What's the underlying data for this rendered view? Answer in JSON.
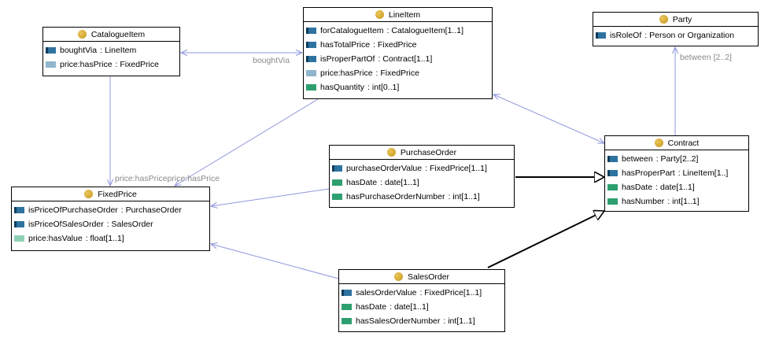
{
  "classes": {
    "catalogue_item": {
      "name": "CatalogueItem",
      "attributes": [
        {
          "name": "boughtVia",
          "type": ": LineItem",
          "kind": "object-property"
        },
        {
          "name": "price:hasPrice",
          "type": ": FixedPrice",
          "kind": "annotation-object"
        }
      ]
    },
    "line_item": {
      "name": "LineItem",
      "attributes": [
        {
          "name": "forCatalogueItem",
          "type": ": CatalogueItem[1..1]",
          "kind": "object-property"
        },
        {
          "name": "hasTotalPrice",
          "type": ": FixedPrice",
          "kind": "object-property"
        },
        {
          "name": "isProperPartOf",
          "type": ": Contract[1..1]",
          "kind": "object-property"
        },
        {
          "name": "price:hasPrice",
          "type": ": FixedPrice",
          "kind": "annotation-object"
        },
        {
          "name": "hasQuantity",
          "type": ": int[0..1]",
          "kind": "data-property"
        }
      ]
    },
    "party": {
      "name": "Party",
      "attributes": [
        {
          "name": "isRoleOf",
          "type": ": Person or Organization",
          "kind": "object-property"
        }
      ]
    },
    "purchase_order": {
      "name": "PurchaseOrder",
      "attributes": [
        {
          "name": "purchaseOrderValue",
          "type": ": FixedPrice[1..1]",
          "kind": "object-property"
        },
        {
          "name": "hasDate",
          "type": ": date[1..1]",
          "kind": "data-property"
        },
        {
          "name": "hasPurchaseOrderNumber",
          "type": ": int[1..1]",
          "kind": "data-property"
        }
      ]
    },
    "contract": {
      "name": "Contract",
      "attributes": [
        {
          "name": "between",
          "type": ": Party[2..2]",
          "kind": "object-property"
        },
        {
          "name": "hasProperPart",
          "type": ": LineItem[1..]",
          "kind": "object-property"
        },
        {
          "name": "hasDate",
          "type": ": date[1..1]",
          "kind": "data-property"
        },
        {
          "name": "hasNumber",
          "type": ": int[1..1]",
          "kind": "data-property"
        }
      ]
    },
    "fixed_price": {
      "name": "FixedPrice",
      "attributes": [
        {
          "name": "isPriceOfPurchaseOrder",
          "type": ": PurchaseOrder",
          "kind": "object-property"
        },
        {
          "name": "isPriceOfSalesOrder",
          "type": ": SalesOrder",
          "kind": "object-property"
        },
        {
          "name": "price:hasValue",
          "type": ": float[1..1]",
          "kind": "annotation-data"
        }
      ]
    },
    "sales_order": {
      "name": "SalesOrder",
      "attributes": [
        {
          "name": "salesOrderValue",
          "type": ": FixedPrice[1..1]",
          "kind": "object-property"
        },
        {
          "name": "hasDate",
          "type": ": date[1..1]",
          "kind": "data-property"
        },
        {
          "name": "hasSalesOrderNumber",
          "type": ": int[1..1]",
          "kind": "data-property"
        }
      ]
    }
  },
  "edge_labels": {
    "bought_via": "boughtVia",
    "between": "between [2..2]",
    "price_has_price": "price:hasPriceprice:hasPrice"
  },
  "colors": {
    "association": "#8f97dc",
    "generalization": "#000000",
    "edge_label": "#8a8a8a",
    "class_icon": "#c8961c"
  }
}
